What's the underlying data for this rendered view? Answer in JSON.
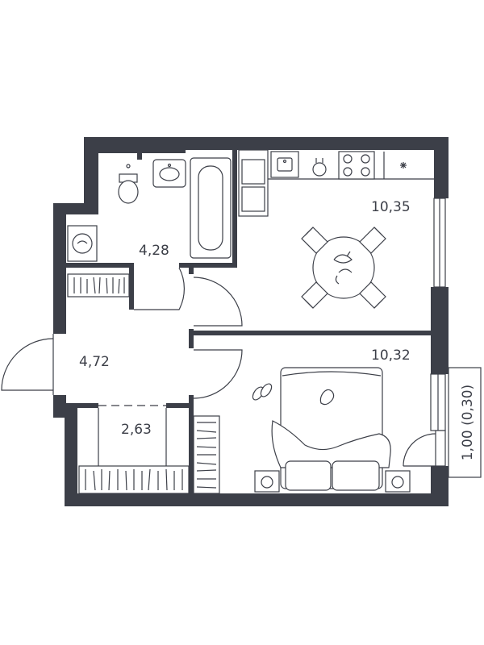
{
  "rooms": {
    "kitchen_living": {
      "area": "10,35"
    },
    "bathroom": {
      "area": "4,28"
    },
    "hallway": {
      "area": "4,72"
    },
    "bedroom": {
      "area": "10,32"
    },
    "storage": {
      "area": "2,63"
    }
  },
  "balcony": {
    "area": "1,00  (0,30)"
  },
  "colors": {
    "wall": "#3c3f48",
    "background": "#ffffff"
  }
}
